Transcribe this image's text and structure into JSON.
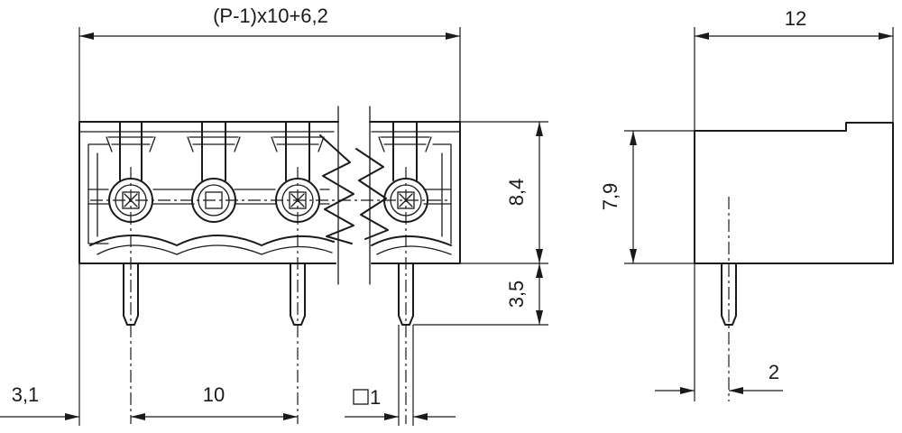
{
  "labels": {
    "total_width": "(P-1)x10+6,2",
    "depth": "12",
    "body_height": "8,4",
    "side_height": "7,9",
    "pin_length": "3,5",
    "edge_offset": "3,1",
    "pitch": "10",
    "pin_square": "1",
    "pin_offset_side": "2"
  }
}
